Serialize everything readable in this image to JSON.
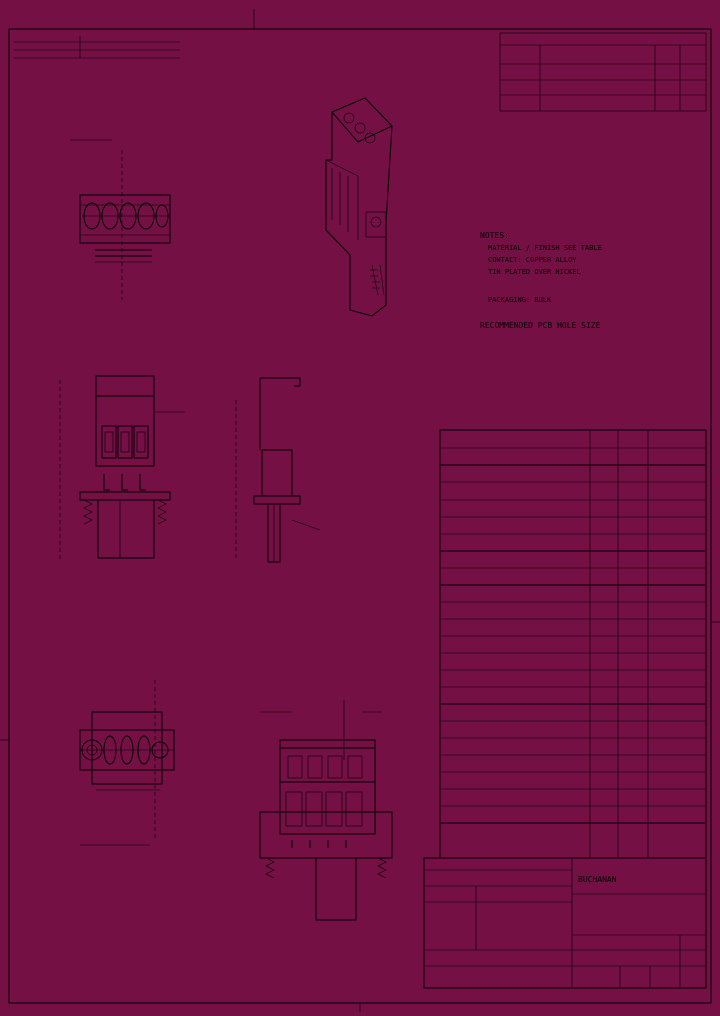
{
  "title_block": {
    "brand": "BUCHANAN",
    "logo_icon": "buchanan-logo-icon"
  },
  "notes": {
    "line1": "NOTES:",
    "line2": "MATERIAL / FINISH SEE TABLE",
    "line3": "CONTACT: COPPER ALLOY",
    "line4": "TIN PLATED OVER NICKEL",
    "line5": "PACKAGING: BULK",
    "line6": "RECOMMENDED PCB HOLE SIZE"
  },
  "views": {
    "isometric_icon": "isometric-connector-icon",
    "front_top_icon": "front-view-connector-icon",
    "side_icon": "side-view-connector-icon",
    "bottom_icon": "bottom-view-connector-icon",
    "mated_icon": "mated-assembly-connector-icon"
  },
  "colors": {
    "background": "#741044",
    "linework": "#000000"
  },
  "revision_table": {
    "rows": 3
  },
  "part_table": {
    "rows": 22
  }
}
